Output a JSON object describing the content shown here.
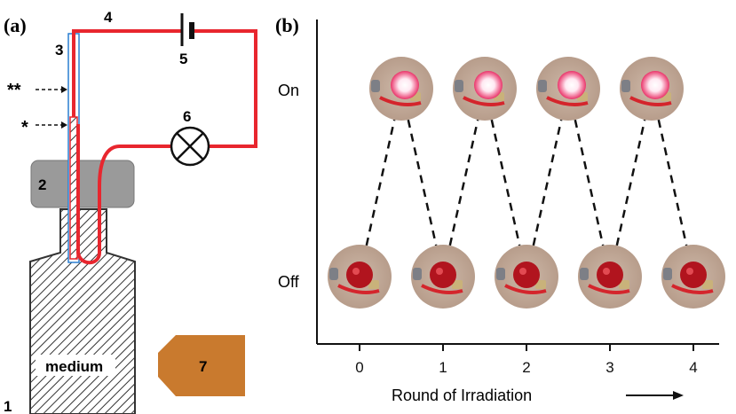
{
  "panel_a": {
    "label": "(a)",
    "callouts": [
      "1",
      "2",
      "3",
      "4",
      "5",
      "6",
      "7"
    ],
    "double_star": "**",
    "single_star": "*",
    "medium_label": "medium"
  },
  "panel_b": {
    "label": "(b)",
    "row_on": "On",
    "row_off": "Off",
    "x_label": "Round of Irradiation"
  },
  "colors": {
    "wire": "#e8262e",
    "plug": "#9a9a9a",
    "block7": "#c97a2e",
    "tube": "#2a7fd1"
  },
  "chart_data": {
    "type": "line",
    "xlabel": "Round of Irradiation",
    "x_ticks": [
      0,
      1,
      2,
      3,
      4
    ],
    "y_categories": [
      "Off",
      "On"
    ],
    "states": [
      {
        "round": 0,
        "state": "Off"
      },
      {
        "round": 0.5,
        "state": "On"
      },
      {
        "round": 1,
        "state": "Off"
      },
      {
        "round": 1.5,
        "state": "On"
      },
      {
        "round": 2,
        "state": "Off"
      },
      {
        "round": 2.5,
        "state": "On"
      },
      {
        "round": 3,
        "state": "Off"
      },
      {
        "round": 3.5,
        "state": "On"
      },
      {
        "round": 4,
        "state": "Off"
      }
    ]
  }
}
